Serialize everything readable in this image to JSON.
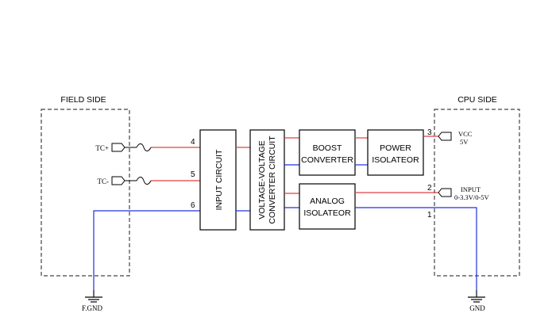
{
  "colors": {
    "line": "#000000",
    "signal": "#e04040",
    "ground": "#2030e0",
    "dash": "#444444",
    "background": "#ffffff"
  },
  "regions": {
    "field_side": "FIELD SIDE",
    "cpu_side": "CPU SIDE"
  },
  "blocks": {
    "input_circuit": "INPUT CIRCUIT",
    "vv_converter_line1": "VOLTAGE-VOLTAGE",
    "vv_converter_line2": "CONVERTER CIRCUIT",
    "boost_line1": "BOOST",
    "boost_line2": "CONVERTER",
    "power_line1": "POWER",
    "power_line2": "ISOLATEOR",
    "analog_line1": "ANALOG",
    "analog_line2": "ISOLATEOR"
  },
  "field_connectors": {
    "tc_plus": "TC+",
    "tc_minus": "TC-"
  },
  "cpu_connectors": {
    "vcc_line1": "VCC",
    "vcc_line2": "5V",
    "input_line1": "INPUT",
    "input_line2": "0-3.3V/0-5V"
  },
  "pins": {
    "p1": "1",
    "p2": "2",
    "p3": "3",
    "p4": "4",
    "p5": "5",
    "p6": "6"
  },
  "grounds": {
    "field_gnd": "F.GND",
    "cpu_gnd": "GND"
  },
  "icons": {
    "connector": "connector-arrow-icon",
    "fuse": "fuse-icon",
    "ground": "ground-symbol-icon"
  }
}
